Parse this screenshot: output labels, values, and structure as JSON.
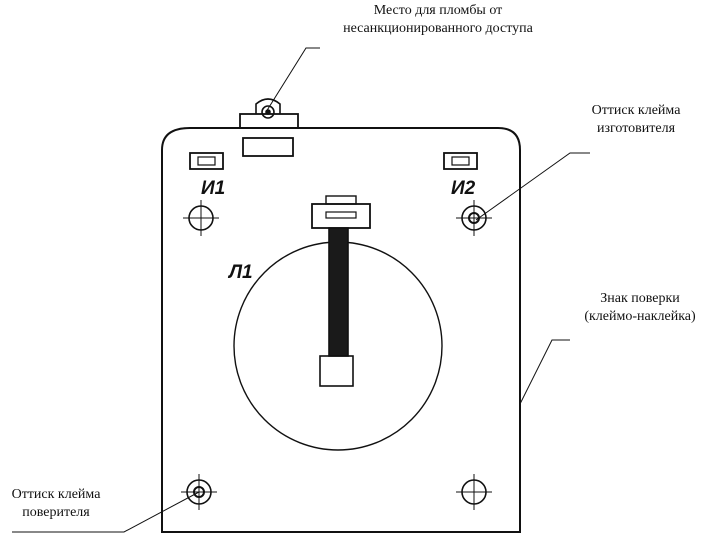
{
  "callouts": {
    "seal_place": {
      "line1": "Место для пломбы от",
      "line2": "несанкционированного доступа"
    },
    "manufacturer_stamp": {
      "line1": "Оттиск клейма",
      "line2": "изготовителя"
    },
    "verification_sign": {
      "line1": "Знак поверки",
      "line2": "(клеймо-наклейка)"
    },
    "verifier_stamp": {
      "line1": "Оттиск клейма",
      "line2": "поверителя"
    }
  },
  "terminals": {
    "left": "И1",
    "right": "И2",
    "primary": "Л1"
  }
}
